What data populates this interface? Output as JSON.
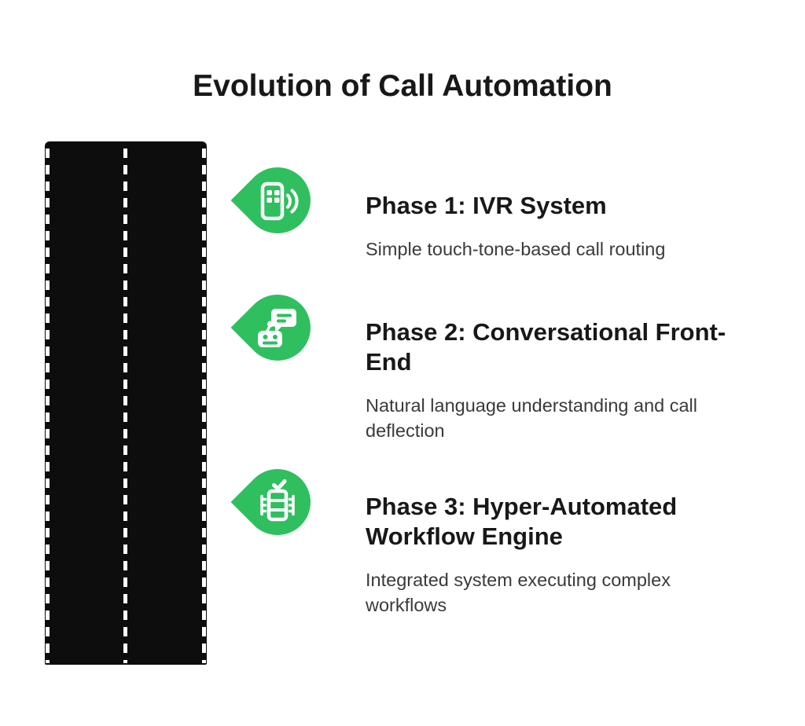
{
  "title": "Evolution of Call Automation",
  "colors": {
    "accent_green": "#2FBF5F",
    "road_black": "#0D0D0D",
    "heading_text": "#181818",
    "body_text": "#3A3A3A",
    "background": "#FFFFFF",
    "lane_dash": "#FFFFFF"
  },
  "road": {
    "lane_line_count": 3
  },
  "phases": [
    {
      "icon": "phone-keypad-sound-waves-icon",
      "heading": "Phase 1: IVR System",
      "description": "Simple touch-tone-based call routing"
    },
    {
      "icon": "chatbot-speech-bubble-icon",
      "heading": "Phase 2: Conversational Front-End",
      "description": "Natural language understanding and call deflection"
    },
    {
      "icon": "workflow-engine-checkmark-icon",
      "heading": "Phase 3: Hyper-Automated Workflow Engine",
      "description": "Integrated system executing complex workflows"
    }
  ]
}
